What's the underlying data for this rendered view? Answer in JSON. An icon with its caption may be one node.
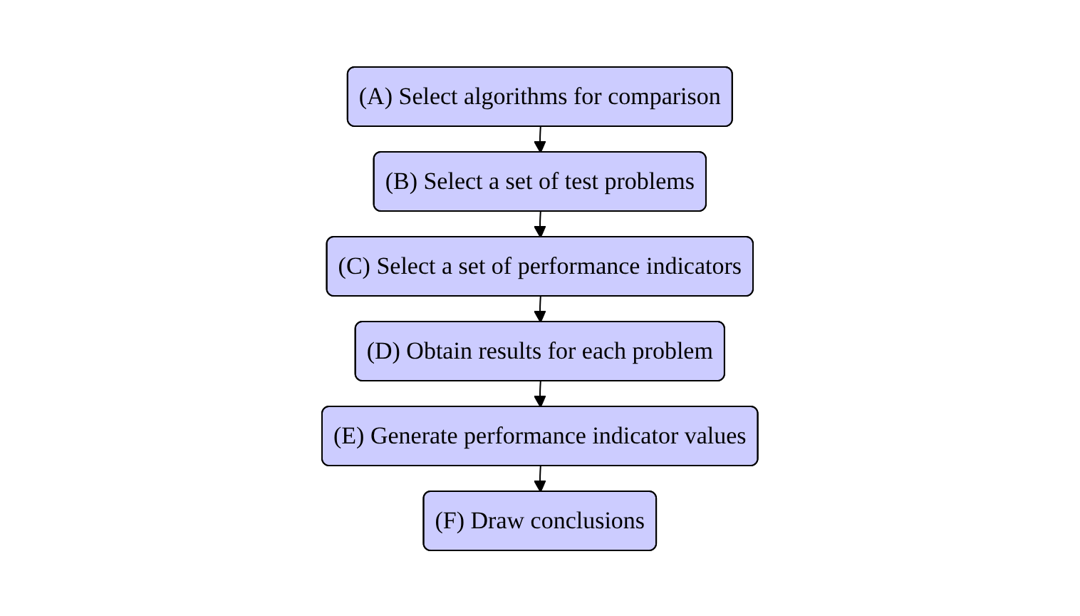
{
  "diagram": {
    "nodes": [
      {
        "text": [
          "(A) Select algorithms for comparison"
        ]
      },
      {
        "text": [
          "(B) Select a set of test problems"
        ]
      },
      {
        "text": [
          "(C) Select a set of performance indicators"
        ]
      },
      {
        "text": [
          "(D) Obtain results for each problem"
        ]
      },
      {
        "text": [
          "(E) Generate performance indicator values"
        ]
      },
      {
        "text": [
          "(F) Draw conclusions"
        ]
      }
    ],
    "edges": [
      {
        "from": 0,
        "to": 1,
        "arrow": "to"
      },
      {
        "from": 1,
        "to": 2,
        "arrow": "to"
      },
      {
        "from": 2,
        "to": 3,
        "arrow": "to"
      },
      {
        "from": 3,
        "to": 4,
        "arrow": "to"
      },
      {
        "from": 4,
        "to": 5,
        "arrow": "to"
      }
    ]
  }
}
